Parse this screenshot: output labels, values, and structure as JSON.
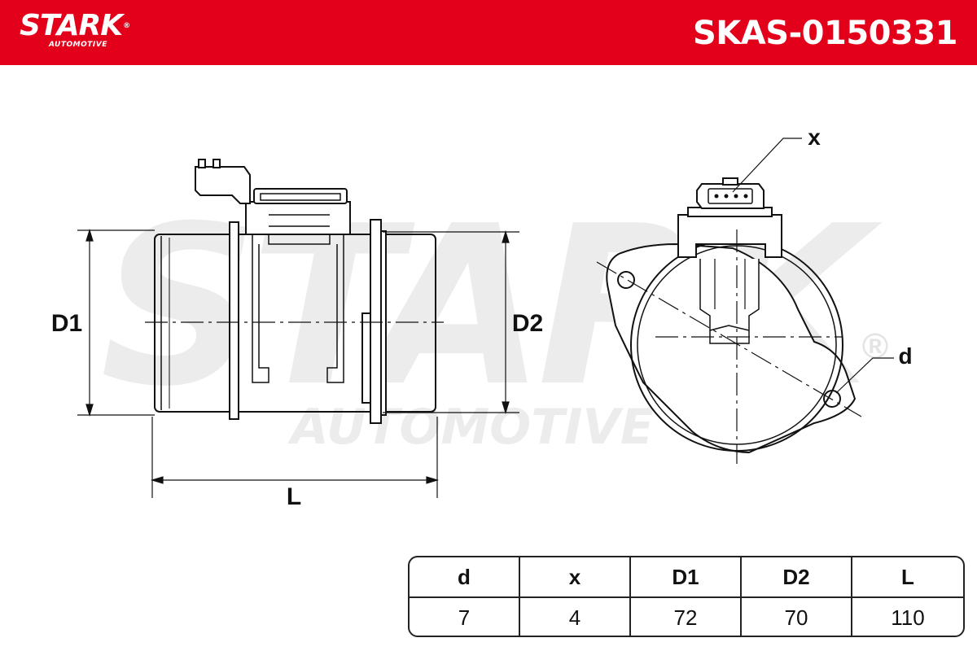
{
  "header": {
    "brand": "STARK",
    "brand_reg": "®",
    "brand_sub": "AUTOMOTIVE",
    "part_number": "SKAS-0150331",
    "color": "#e2001a"
  },
  "watermark": {
    "main": "STARK",
    "sub": "AUTOMOTIVE",
    "reg": "®"
  },
  "diagram": {
    "labels": {
      "d1": "D1",
      "d2": "D2",
      "l": "L",
      "x": "x",
      "d": "d"
    }
  },
  "specs": {
    "headers": [
      "d",
      "x",
      "D1",
      "D2",
      "L"
    ],
    "values": [
      "7",
      "4",
      "72",
      "70",
      "110"
    ]
  }
}
